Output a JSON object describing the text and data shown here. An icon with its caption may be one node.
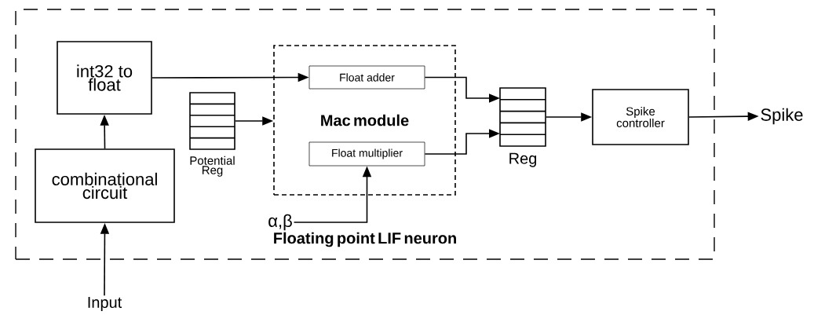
{
  "diagram": {
    "nodes": [
      {
        "text": [
          "Floating point LIF neuron"
        ]
      },
      {
        "text": [
          "int32 to float"
        ],
        "in": 0
      },
      {
        "text": [
          "combinational circuit"
        ],
        "in": 0
      },
      {
        "text": [
          "Potential Reg"
        ],
        "in": 0
      },
      {
        "text": [
          "Mac module"
        ],
        "in": 0
      },
      {
        "text": [
          "Float adder"
        ],
        "in": 4
      },
      {
        "text": [
          "Float multiplier"
        ],
        "in": 4
      },
      {
        "text": [
          "Reg"
        ],
        "in": 0
      },
      {
        "text": [
          "Spike controller"
        ],
        "in": 0
      },
      {
        "text": [
          "Input"
        ]
      },
      {
        "text": [
          "α,β"
        ],
        "in": 0
      },
      {
        "text": [
          "Spike"
        ]
      }
    ],
    "edges": [
      {
        "from": 9,
        "to": 2,
        "arrow": "to"
      },
      {
        "from": 2,
        "to": 1,
        "arrow": "to"
      },
      {
        "from": 1,
        "to": 5,
        "arrow": "to"
      },
      {
        "from": 3,
        "to": 4,
        "arrow": "to"
      },
      {
        "from": 10,
        "to": 6,
        "arrow": "to"
      },
      {
        "from": 5,
        "to": 7,
        "arrow": "to"
      },
      {
        "from": 6,
        "to": 7,
        "arrow": "to"
      },
      {
        "from": 7,
        "to": 8,
        "arrow": "to"
      },
      {
        "from": 8,
        "to": 11,
        "arrow": "to"
      }
    ]
  }
}
